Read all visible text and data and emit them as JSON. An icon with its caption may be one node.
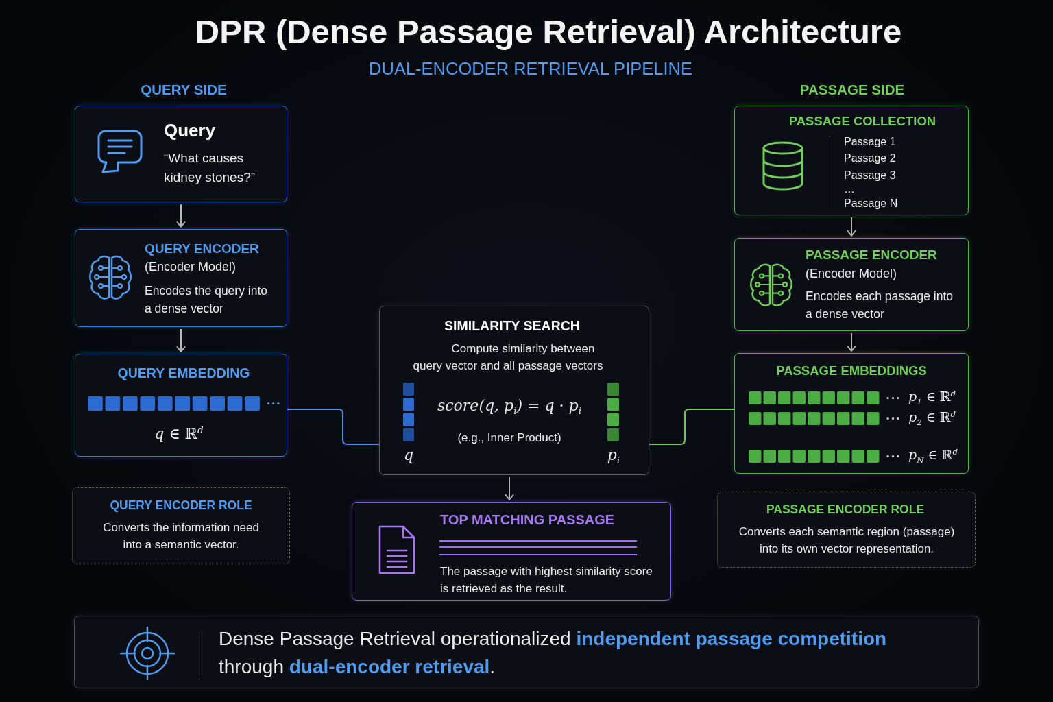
{
  "diagram": {
    "title": "DPR (Dense Passage Retrieval) Architecture",
    "nodes": [
      {
        "text": [
          "Query",
          "“What causes kidney stones?”"
        ]
      },
      {
        "text": [
          "QUERY ENCODER",
          "(Encoder Model)",
          "Encodes the query into a dense vector"
        ]
      },
      {
        "text": [
          "QUERY EMBEDDING",
          "*q* ∈ ℝ$^{d}$"
        ]
      },
      {
        "text": [
          "SIMILARITY SEARCH",
          "Compute similarity between query vector and all passage vectors",
          "score(q, p$_{i}$) = q · p$_{i}$",
          "(e.g., Inner Product)",
          "q",
          "p$_{i}$"
        ]
      },
      {
        "text": [
          "PASSAGE COLLECTION",
          "Passage 1",
          "Passage 2",
          "Passage 3",
          "…",
          "Passage N"
        ]
      },
      {
        "text": [
          "PASSAGE ENCODER",
          "(Encoder Model)",
          "Encodes each passage into a dense vector"
        ]
      },
      {
        "text": [
          "PASSAGE EMBEDDINGS",
          "*p*$_{1}$ ∈ ℝ$^{d}$",
          "*p*$_{2}$ ∈ ℝ$^{d}$",
          "*p*$_{N}$ ∈ ℝ$^{d}$"
        ]
      },
      {
        "text": [
          "QUERY ENCODER ROLE",
          "Converts the information need into a semantic vector."
        ]
      },
      {
        "text": [
          "TOP MATCHING PASSAGE",
          "The passage with highest similarity score is retrieved as the result."
        ]
      },
      {
        "text": [
          "PASSAGE ENCODER ROLE",
          "Converts each semantic region (passage) into its own vector representation."
        ]
      },
      {
        "text": [
          "Dense Passage Retrieval operationalized **independent passage competition** through **dual-encoder retrieval**."
        ]
      }
    ],
    "edges": [
      {
        "from": 0,
        "to": 1,
        "arrow": "to"
      },
      {
        "from": 1,
        "to": 2,
        "arrow": "to"
      },
      {
        "from": 2,
        "to": 3,
        "arrow": "none",
        "color": "#4a90e2"
      },
      {
        "from": 4,
        "to": 5,
        "arrow": "to"
      },
      {
        "from": 5,
        "to": 6,
        "arrow": "to"
      },
      {
        "from": 6,
        "to": 3,
        "arrow": "none",
        "color": "#6cc95a"
      },
      {
        "from": 3,
        "to": 8,
        "arrow": "to"
      }
    ],
    "labels": [
      "DUAL-ENCODER RETRIEVAL PIPELINE",
      "QUERY SIDE",
      "PASSAGE SIDE"
    ]
  }
}
